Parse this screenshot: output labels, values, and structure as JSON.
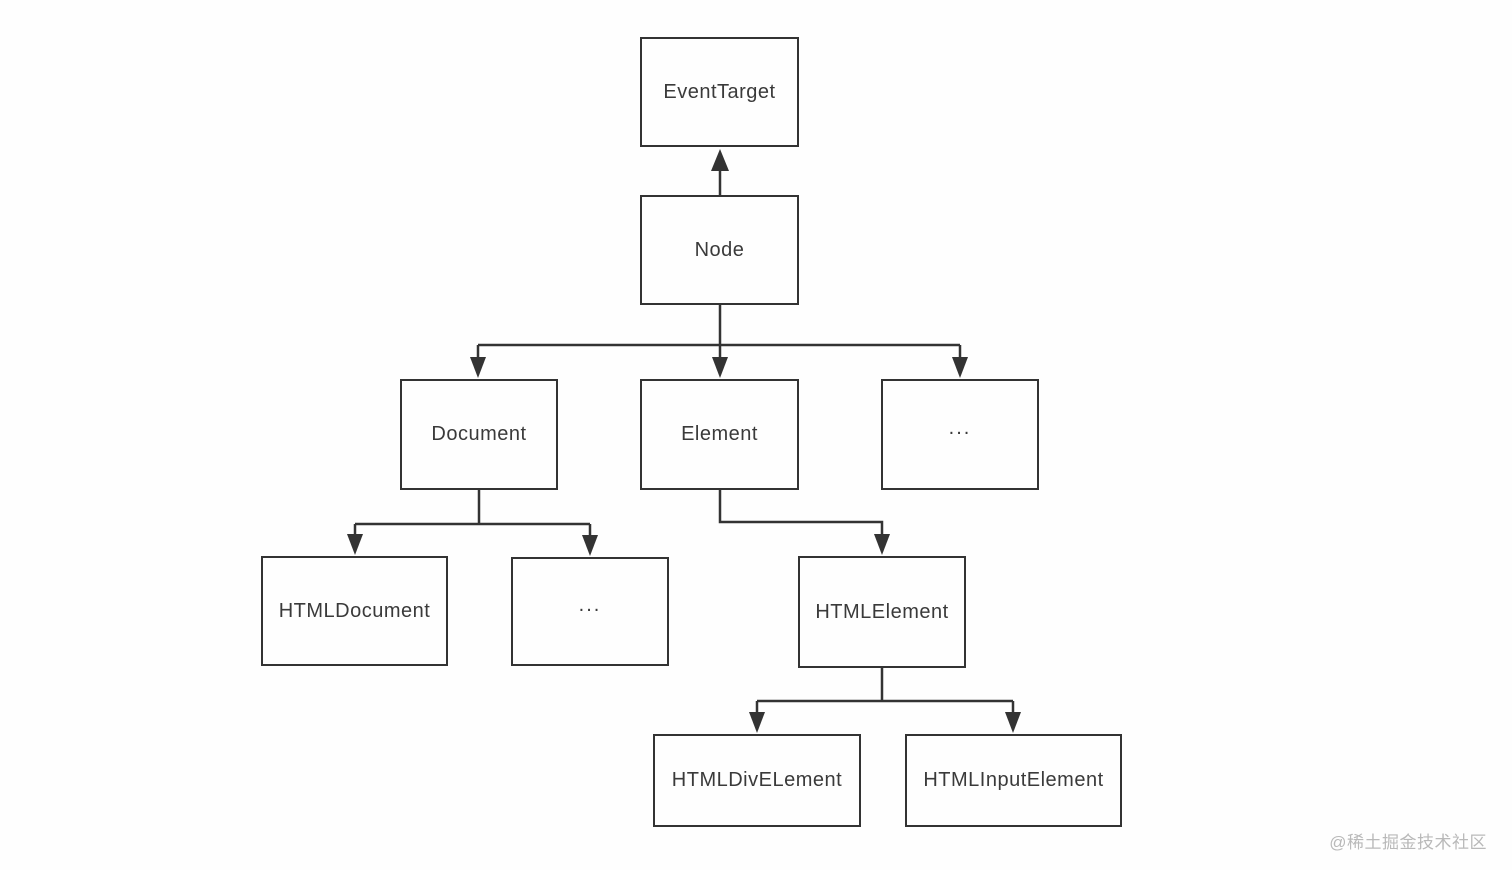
{
  "diagram": {
    "type": "tree",
    "nodes": [
      {
        "id": "eventtarget",
        "label": "EventTarget"
      },
      {
        "id": "node",
        "label": "Node"
      },
      {
        "id": "document",
        "label": "Document"
      },
      {
        "id": "element",
        "label": "Element"
      },
      {
        "id": "ellipsis-top",
        "label": "..."
      },
      {
        "id": "htmldocument",
        "label": "HTMLDocument"
      },
      {
        "id": "ellipsis-bottom",
        "label": "..."
      },
      {
        "id": "htmlelement",
        "label": "HTMLElement"
      },
      {
        "id": "htmldivelement",
        "label": "HTMLDivELement"
      },
      {
        "id": "htmlinputelement",
        "label": "HTMLInputElement"
      }
    ],
    "edges": [
      {
        "from": "Node",
        "to": "EventTarget",
        "arrow_points_to": "EventTarget"
      },
      {
        "from": "Node",
        "to": "Document",
        "arrow_points_to": "Document"
      },
      {
        "from": "Node",
        "to": "Element",
        "arrow_points_to": "Element"
      },
      {
        "from": "Node",
        "to": "...",
        "arrow_points_to": "..."
      },
      {
        "from": "Document",
        "to": "HTMLDocument",
        "arrow_points_to": "HTMLDocument"
      },
      {
        "from": "Document",
        "to": "...",
        "arrow_points_to": "..."
      },
      {
        "from": "Element",
        "to": "HTMLElement",
        "arrow_points_to": "HTMLElement"
      },
      {
        "from": "HTMLElement",
        "to": "HTMLDivELement",
        "arrow_points_to": "HTMLDivELement"
      },
      {
        "from": "HTMLElement",
        "to": "HTMLInputElement",
        "arrow_points_to": "HTMLInputElement"
      }
    ]
  },
  "watermark": {
    "text": "@稀土掘金技术社区"
  },
  "colors": {
    "line": "#333333",
    "text": "#3a3a3a",
    "background": "#fefefe",
    "watermark": "#b9b9b9"
  }
}
